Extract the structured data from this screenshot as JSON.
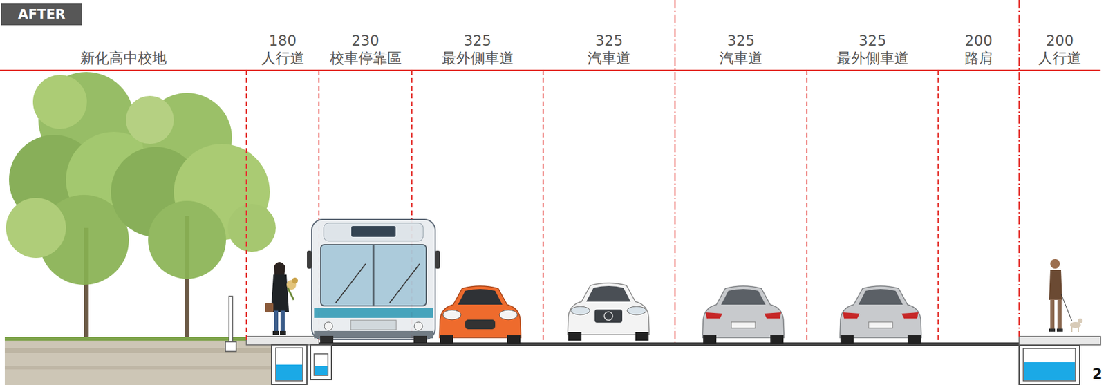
{
  "diagram": {
    "nodes": [
      {
        "text": [
          "AFTER"
        ]
      },
      {
        "text": [
          "新化高中校地"
        ]
      },
      {
        "text": [
          "180",
          "人行道"
        ]
      },
      {
        "text": [
          "230",
          "校車停靠區"
        ]
      },
      {
        "text": [
          "325",
          "最外側車道"
        ]
      },
      {
        "text": [
          "325",
          "汽車道"
        ]
      },
      {
        "text": [
          "325",
          "汽車道"
        ]
      },
      {
        "text": [
          "325",
          "最外側車道"
        ]
      },
      {
        "text": [
          "200",
          "路肩"
        ]
      },
      {
        "text": [
          "200",
          "人行道"
        ]
      }
    ],
    "labels": [
      "2"
    ]
  }
}
